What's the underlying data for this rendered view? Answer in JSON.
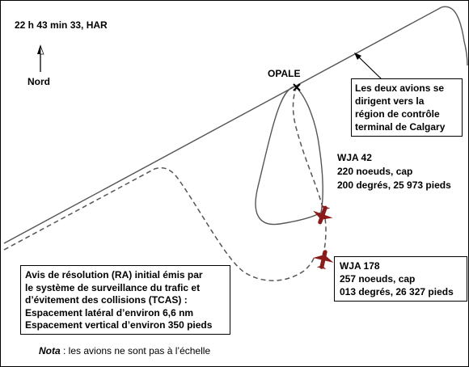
{
  "timestamp": "22 h 43 min 33, HAR",
  "north_label": "Nord",
  "waypoint_label": "OPALE",
  "callout_lines": [
    "Les deux avions se",
    "dirigent vers la",
    "région de contrôle",
    "terminal de Calgary"
  ],
  "aircraft": [
    {
      "callsign": "WJA 42",
      "lines": [
        "WJA 42",
        "220 noeuds, cap",
        "200 degrés, 25 973 pieds"
      ]
    },
    {
      "callsign": "WJA 178",
      "lines": [
        "WJA 178",
        "257 noeuds, cap",
        "013 degrés, 26 327 pieds"
      ]
    }
  ],
  "ra_box_lines": [
    "Avis de résolution (RA) initial émis par",
    "le système de surveillance du trafic et",
    "d’évitement des collisions (TCAS) :",
    "Espacement latéral d’environ 6,6 nm",
    "Espacement vertical d’environ 350 pieds"
  ],
  "note": {
    "label": "Nota",
    "text": " : les avions ne sont pas à l’échelle"
  },
  "colors": {
    "aircraft": "#8b1a1a",
    "track_solid": "#555555",
    "track_dashed": "#555555"
  },
  "icons": [
    "north-arrow-icon",
    "waypoint-x-icon",
    "aircraft-icon"
  ]
}
